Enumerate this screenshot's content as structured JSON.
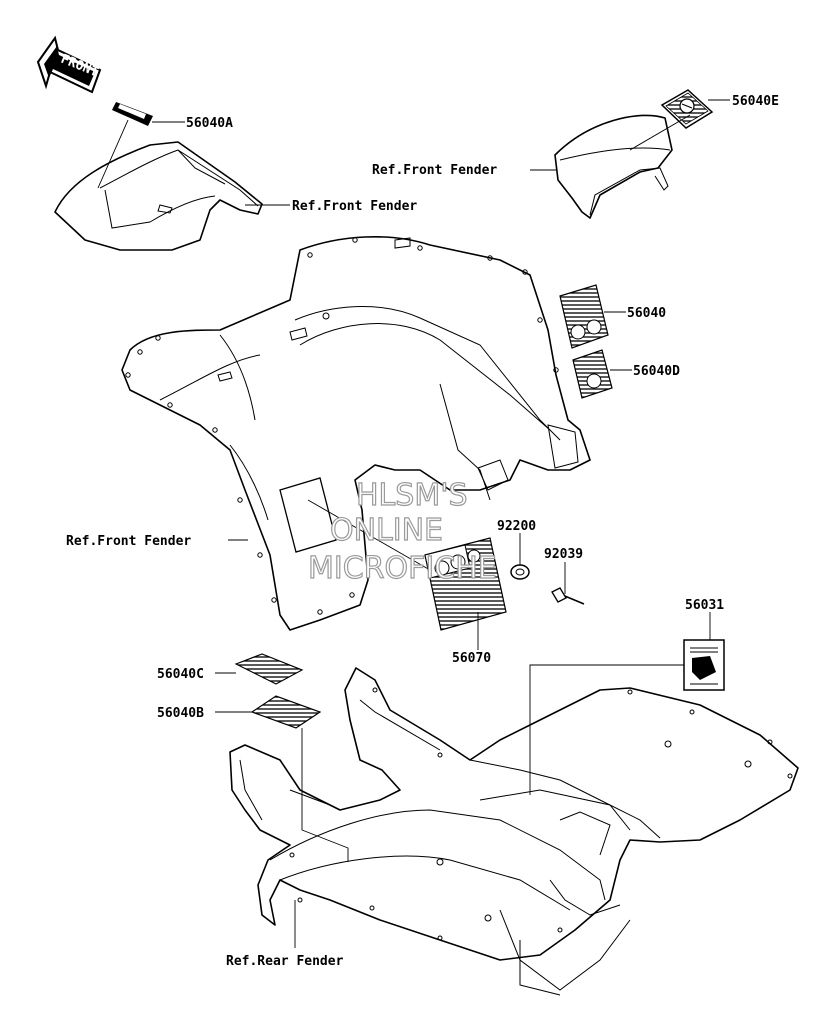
{
  "front_arrow": {
    "text": "FRONT"
  },
  "labels": {
    "p56040A": "56040A",
    "p56040E": "56040E",
    "p56040": "56040",
    "p56040D": "56040D",
    "p92200": "92200",
    "p92039": "92039",
    "p56031": "56031",
    "p56070": "56070",
    "p56040C": "56040C",
    "p56040B": "56040B",
    "ref_front_fender_1": "Ref.Front Fender",
    "ref_front_fender_2": "Ref.Front Fender",
    "ref_front_fender_3": "Ref.Front Fender",
    "ref_rear_fender": "Ref.Rear Fender"
  },
  "watermark": {
    "line1": "HLSM'S",
    "line2": "ONLINE",
    "line3": "MICROFICHE"
  }
}
